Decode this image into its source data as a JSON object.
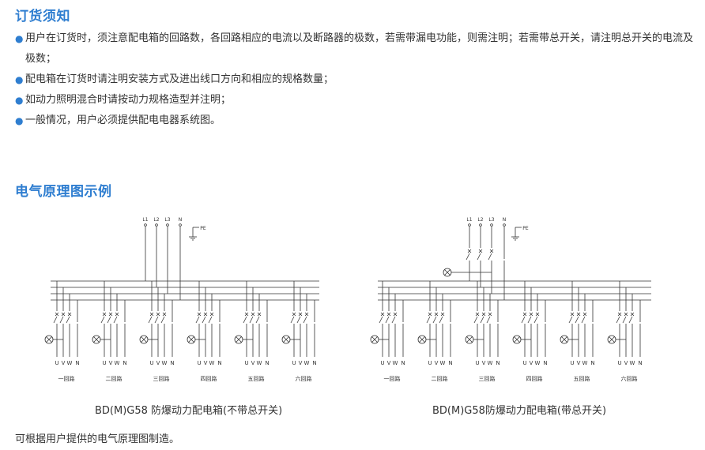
{
  "sections": {
    "ordering_title": "订货须知",
    "diagram_title": "电气原理图示例"
  },
  "notes": [
    "用户在订货时，须注意配电箱的回路数，各回路相应的电流以及断路器的极数，若需带漏电功能，则需注明；若需带总开关，请注明总开关的电流及极数；",
    "配电箱在订货时请注明安装方式及进出线口方向和相应的规格数量；",
    "如动力照明混合时请按动力规格造型并注明；",
    "一般情况，用户必须提供配电电器系统图。"
  ],
  "bullet_symbol": "●",
  "colors": {
    "accent": "#2f7ed0",
    "text": "#333333",
    "line": "#333333"
  },
  "diagram_labels": {
    "inputs": [
      "L1",
      "L2",
      "L3",
      "N"
    ],
    "pe": "PE",
    "phases": [
      "U",
      "V",
      "W",
      "N"
    ],
    "circuits": [
      "一回路",
      "二回路",
      "三回路",
      "四回路",
      "五回路",
      "六回路"
    ]
  },
  "diagrams": [
    {
      "caption": "BD(M)G58 防爆动力配电箱(不带总开关)",
      "main_switch": false
    },
    {
      "caption": "BD(M)G58防爆动力配电箱(带总开关)",
      "main_switch": true
    }
  ],
  "footer": "可根据用户提供的电气原理图制造。"
}
